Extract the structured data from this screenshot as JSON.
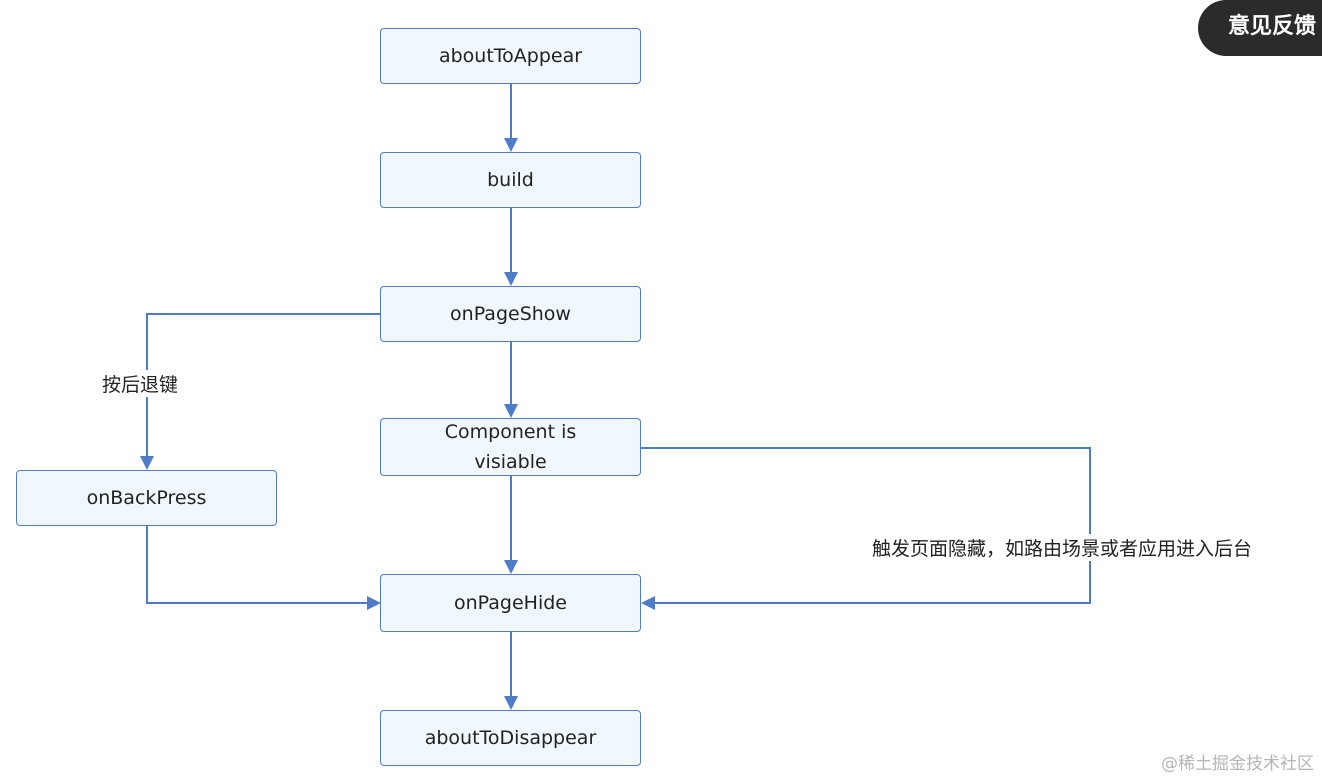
{
  "nodes": {
    "about_to_appear": "aboutToAppear",
    "build": "build",
    "on_page_show": "onPageShow",
    "component_visible": "Component is\nvisiable",
    "on_back_press": "onBackPress",
    "on_page_hide": "onPageHide",
    "about_to_disappear": "aboutToDisappear"
  },
  "edge_labels": {
    "back_key": "按后退键",
    "background_trigger": "触发页面隐藏，如路由场景或者应用进入后台"
  },
  "overlay": {
    "feedback_button": "意见反馈",
    "watermark": "@稀土掘金技术社区"
  },
  "colors": {
    "line": "#4f7cc9",
    "node_border": "#4f7cc9",
    "node_fill": "#f1f8fd",
    "feedback_bg": "#2b2b2b"
  }
}
